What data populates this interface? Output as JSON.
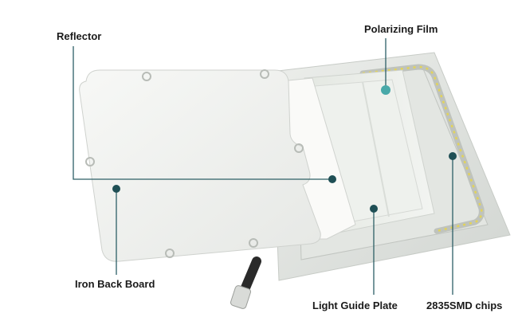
{
  "diagram": {
    "labels": {
      "reflector": "Reflector",
      "polarizing_film": "Polarizing Film",
      "iron_back_board": "Iron Back Board",
      "light_guide_plate": "Light Guide Plate",
      "smd_chips": "2835SMD chips"
    },
    "colors": {
      "leader_line": "#2d5f66",
      "marker_dark": "#1f4f55",
      "marker_light": "#48a9a9",
      "panel_white": "#f3f4f2",
      "frame_grey": "#d9dcd8",
      "led_yellow": "#e2d35a"
    }
  }
}
